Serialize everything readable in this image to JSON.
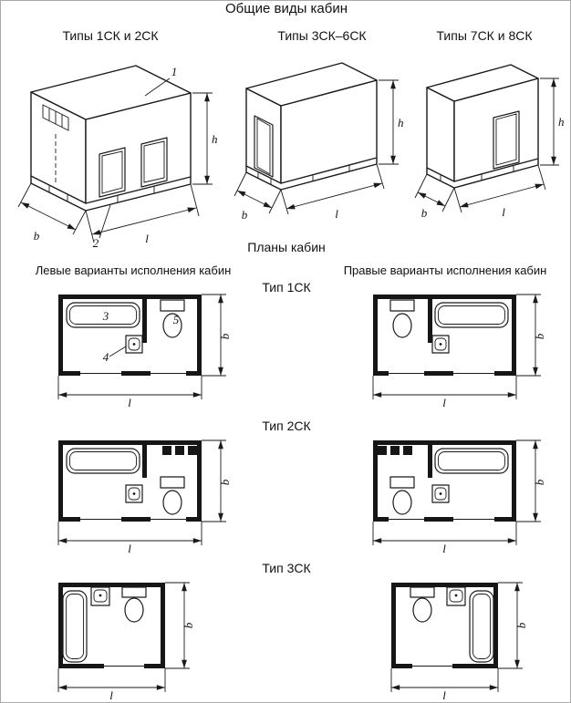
{
  "figure": {
    "title": "Общие виды кабин",
    "views": [
      {
        "caption": "Типы 1СК и 2СК"
      },
      {
        "caption": "Типы 3СК–6СК"
      },
      {
        "caption": "Типы 7СК и 8СК"
      }
    ],
    "plans": {
      "title": "Планы кабин",
      "left_header": "Левые варианты исполнения кабин",
      "right_header": "Правые варианты исполнения кабин",
      "row_labels": [
        "Тип 1СК",
        "Тип 2СК",
        "Тип 3СК"
      ]
    },
    "dim_labels": {
      "height": "h",
      "width": "b",
      "length": "l"
    },
    "callouts": {
      "c1": "1",
      "c2": "2",
      "c3": "3",
      "c4": "4",
      "c5": "5"
    },
    "colors": {
      "line_color": "#1a1a1a",
      "background": "#ffffff"
    }
  }
}
